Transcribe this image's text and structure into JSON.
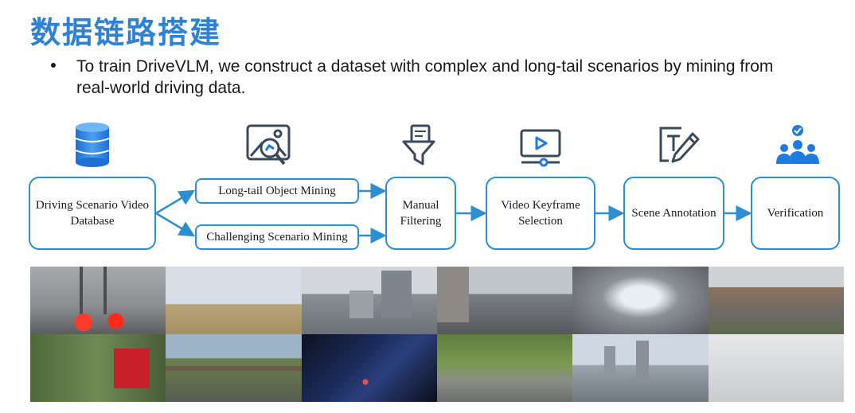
{
  "slide": {
    "title": "数据链路搭建",
    "bullet": "To train DriveVLM, we construct a dataset with complex and long-tail scenarios by mining from real-world driving data."
  },
  "pipeline": {
    "database": "Driving Scenario Video Database",
    "long_tail": "Long-tail Object Mining",
    "challenging": "Challenging Scenario Mining",
    "manual": "Manual Filtering",
    "keyframe": "Video Keyframe Selection",
    "annotation": "Scene Annotation",
    "verification": "Verification"
  },
  "icons": {
    "database": "database-icon",
    "mining": "image-search-icon",
    "filter": "funnel-icon",
    "video": "video-play-icon",
    "annotate": "text-edit-icon",
    "verify": "team-check-icon"
  },
  "colors": {
    "accent": "#2e82d6",
    "box_border": "#2e8fd0"
  },
  "photos": [
    {
      "name": "foggy-bridge-taillights"
    },
    {
      "name": "dry-field-road"
    },
    {
      "name": "city-highrises-road"
    },
    {
      "name": "urban-street-pedestrians"
    },
    {
      "name": "stadium-overpass-road"
    },
    {
      "name": "mountain-highway"
    },
    {
      "name": "red-truck-trees"
    },
    {
      "name": "rural-overpass"
    },
    {
      "name": "tunnel-night"
    },
    {
      "name": "tree-lined-street"
    },
    {
      "name": "skyline-highway"
    },
    {
      "name": "snowy-road"
    }
  ]
}
